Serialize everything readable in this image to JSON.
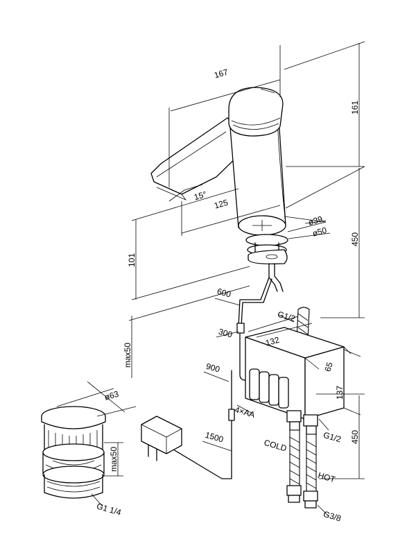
{
  "colors": {
    "line": "#000000",
    "background": "#ffffff"
  },
  "dimensions": {
    "width_167": "167",
    "height_161": "161",
    "angle_15": "15°",
    "reach_125": "125",
    "dia_39": "ø39",
    "dia_50": "ø50",
    "height_450_top": "450",
    "height_101": "101",
    "max50_left": "max50",
    "hose_600": "600",
    "thread_g12_top": "G1/2",
    "cable_300": "300",
    "box_132": "132",
    "box_65": "65",
    "box_137": "137",
    "cable_900": "900",
    "batteries_4xaa": "4×AA",
    "cable_1500": "1500",
    "height_450_bottom": "450",
    "thread_g12_bottom": "G1/2",
    "label_cold": "COLD",
    "label_hot": "HOT",
    "thread_g38": "G3/8",
    "drain_dia_63": "ø63",
    "drain_max50": "max50",
    "drain_thread": "G1 1/4"
  }
}
